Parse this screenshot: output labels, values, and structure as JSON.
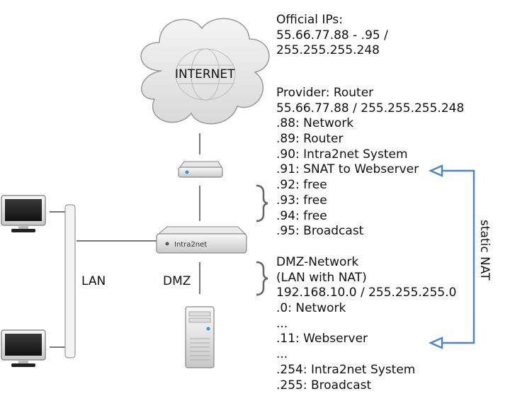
{
  "cloud_label": "INTERNET",
  "official_ips": [
    "Official IPs:",
    "55.66.77.88 - .95 /",
    "255.255.255.248"
  ],
  "provider": [
    "Provider: Router",
    "55.66.77.88 / 255.255.255.248",
    ".88: Network",
    ".89: Router",
    ".90: Intra2net System",
    ".91: SNAT to Webserver",
    ".92: free",
    ".93: free",
    ".94: free",
    ".95: Broadcast"
  ],
  "dmz_network": [
    "DMZ-Network",
    "(LAN with NAT)",
    "192.168.10.0 / 255.255.255.0",
    ".0: Network",
    "...",
    ".11: Webserver",
    "...",
    ".254: Intra2net System",
    ".255: Broadcast"
  ],
  "lan_label": "LAN",
  "dmz_label": "DMZ",
  "appliance_label": "Intra2net",
  "nat_label": "static NAT",
  "colors": {
    "nat_arrow": "#4a86c8",
    "brace": "#666666",
    "line": "#777777"
  }
}
